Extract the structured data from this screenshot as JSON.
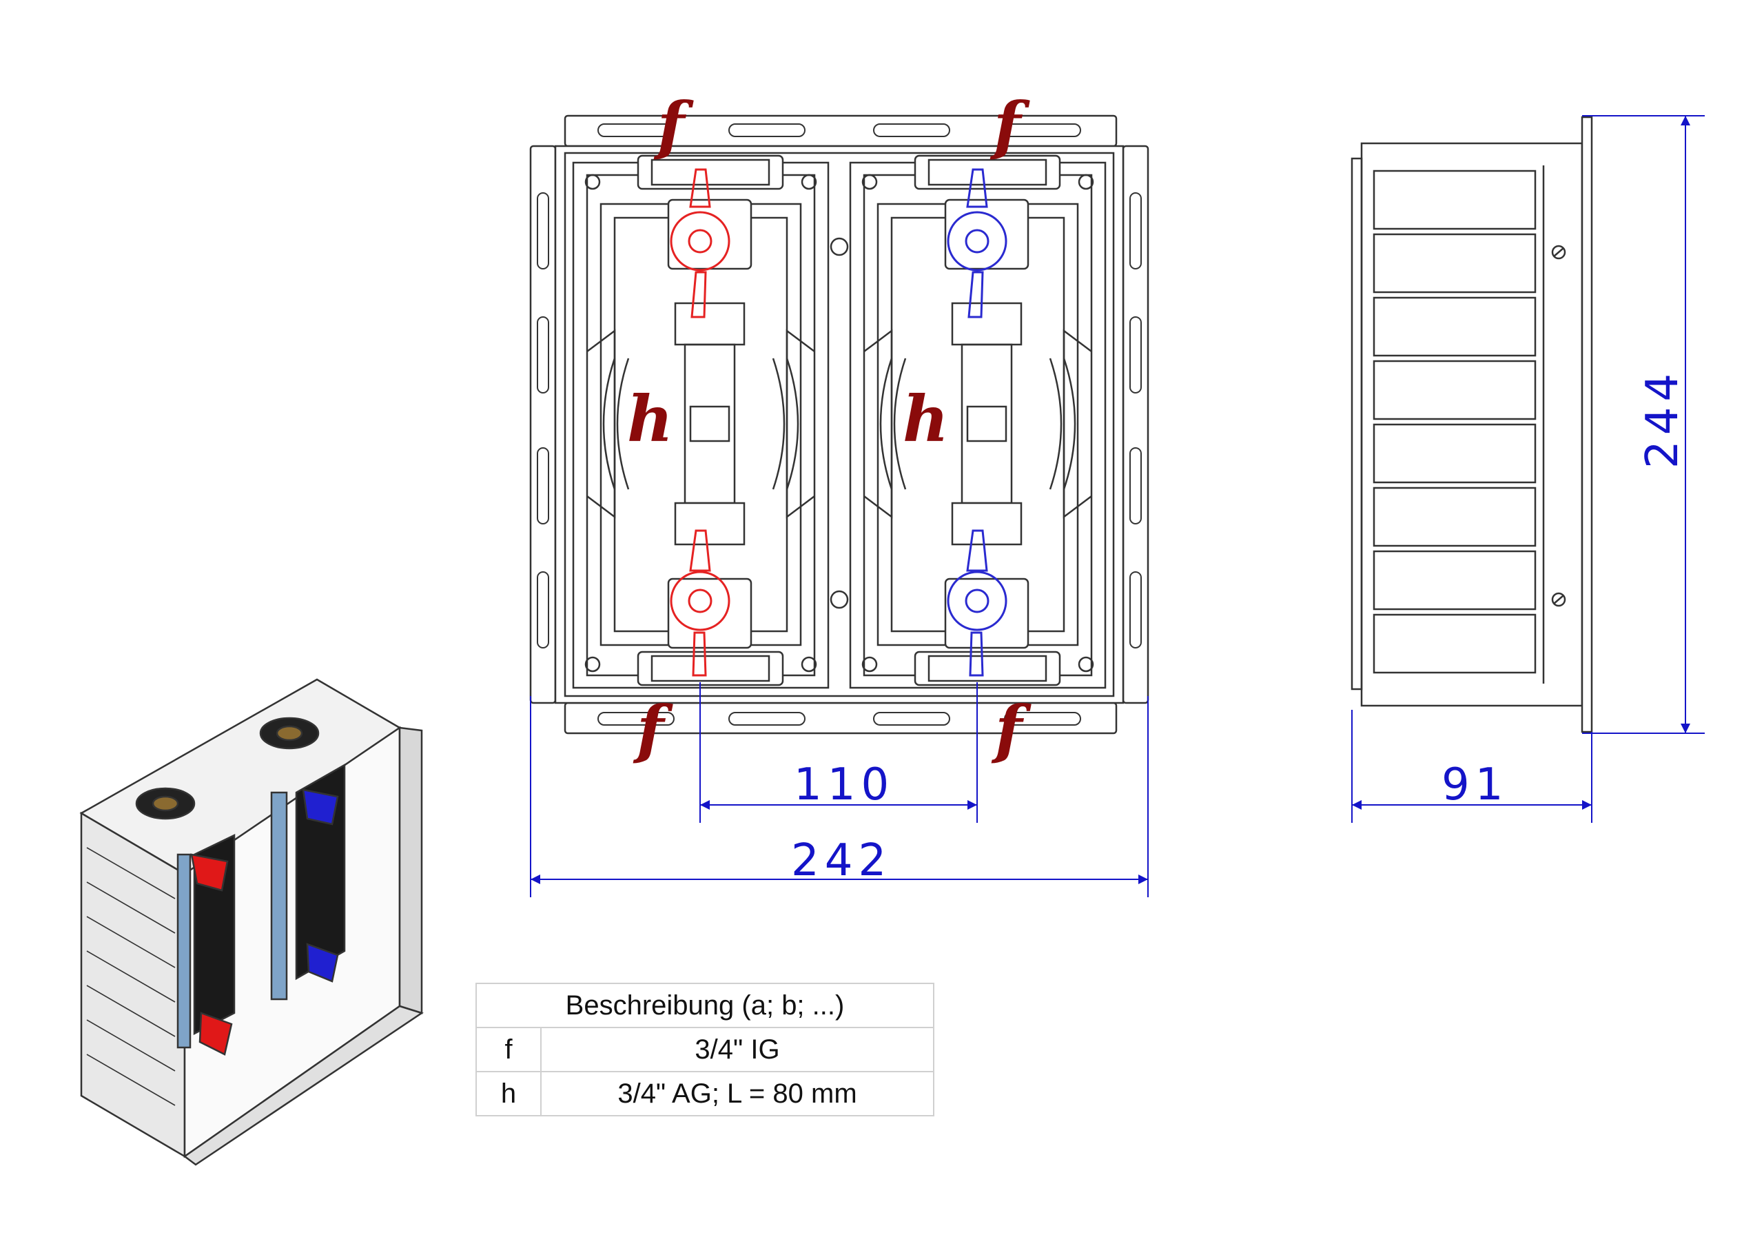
{
  "dimensions": {
    "spacing": "110",
    "width": "242",
    "depth": "91",
    "height": "244"
  },
  "markers": {
    "f": "f",
    "h": "h"
  },
  "legend": {
    "header": "Beschreibung (a; b; ...)",
    "rows": [
      {
        "key": "f",
        "value": "3/4\" IG"
      },
      {
        "key": "h",
        "value": "3/4\" AG; L = 80 mm"
      }
    ]
  },
  "colors": {
    "dimension": "#1414c8",
    "marker": "#8a0b0b",
    "hot_valve": "#e52222",
    "cold_valve": "#2a2ad0",
    "line": "#333333"
  }
}
